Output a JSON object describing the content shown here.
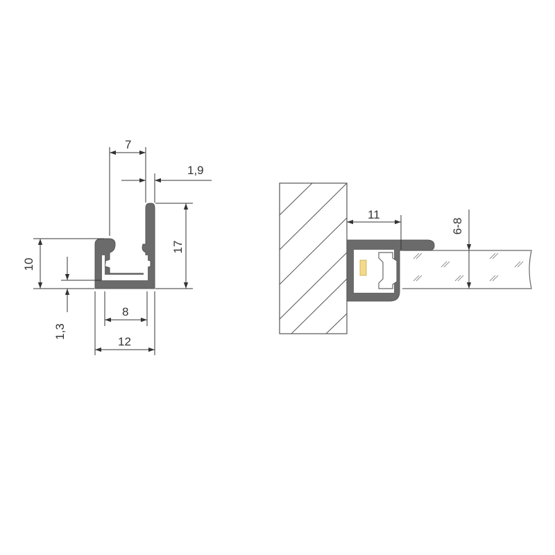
{
  "colors": {
    "profile": "#6b6b6b",
    "lines": "#333333",
    "led": "#f3d98a"
  },
  "dimensions": {
    "width_top": "7",
    "wall_thickness": "1,9",
    "height_inner": "10",
    "height_total": "17",
    "base_thickness": "1,3",
    "inner_width": "8",
    "outer_width": "12",
    "mount_depth": "11",
    "glass_thickness": "6-8"
  }
}
